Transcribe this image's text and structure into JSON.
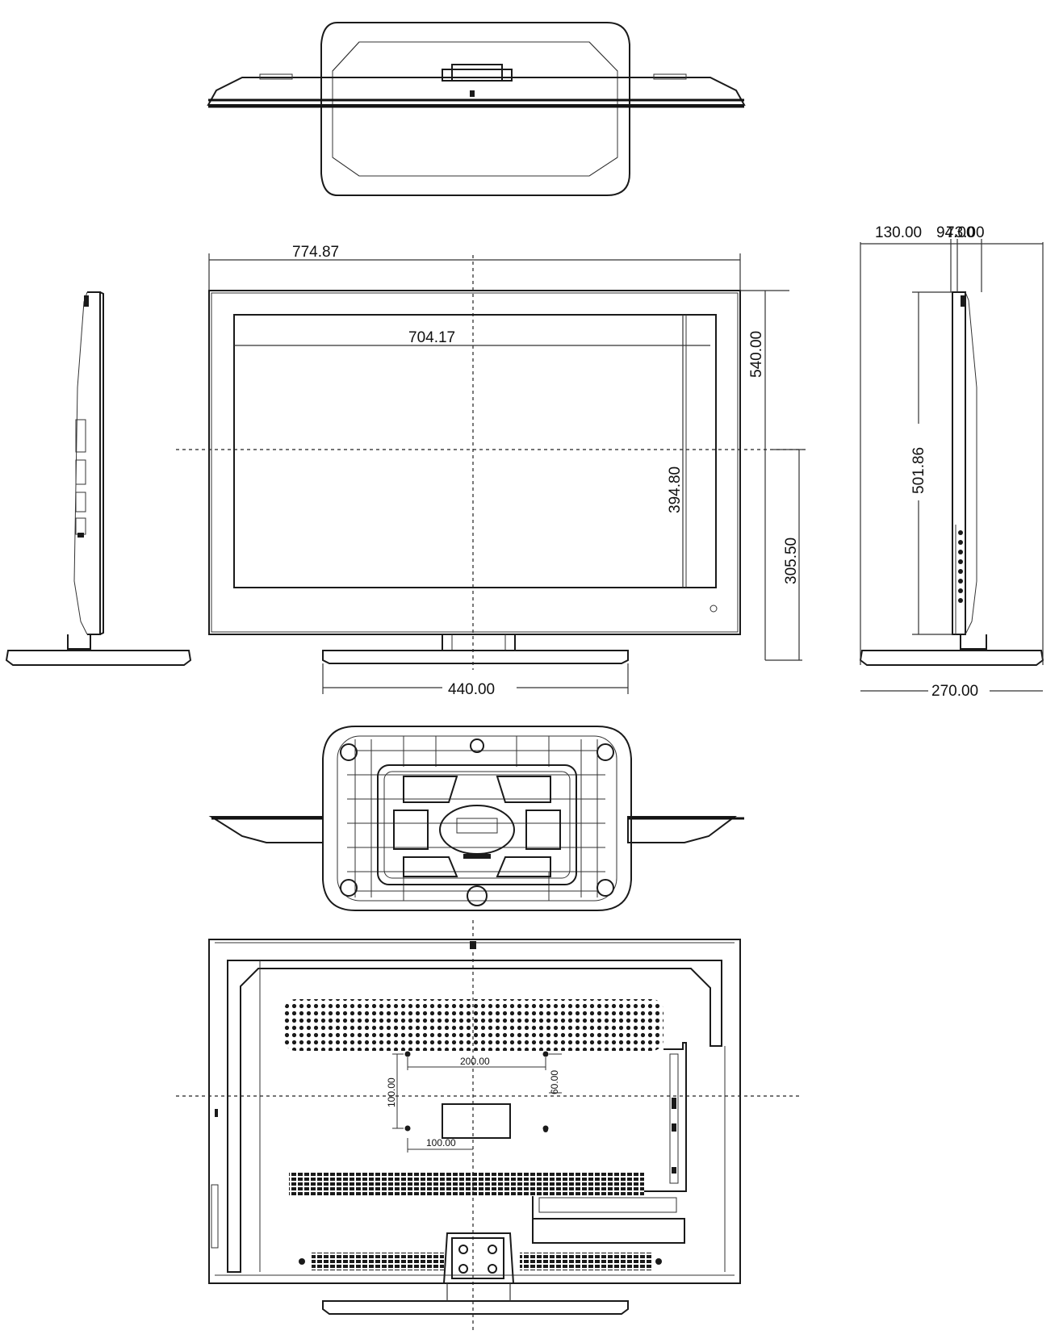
{
  "dimensions": {
    "overall_width": "774.87",
    "screen_width": "704.17",
    "overall_height": "540.00",
    "screen_height": "394.80",
    "center_height": "305.50",
    "stand_width": "440.00",
    "side_depth_a": "130.00",
    "side_depth_b": "94.00",
    "side_depth_c": "73.00",
    "side_screen_height": "501.86",
    "stand_depth": "270.00"
  },
  "vesa": {
    "horizontal_spacing": "200.00",
    "vertical_spacing": "100.00",
    "offset_right": "60.00",
    "offset_bottom": "100.00"
  }
}
